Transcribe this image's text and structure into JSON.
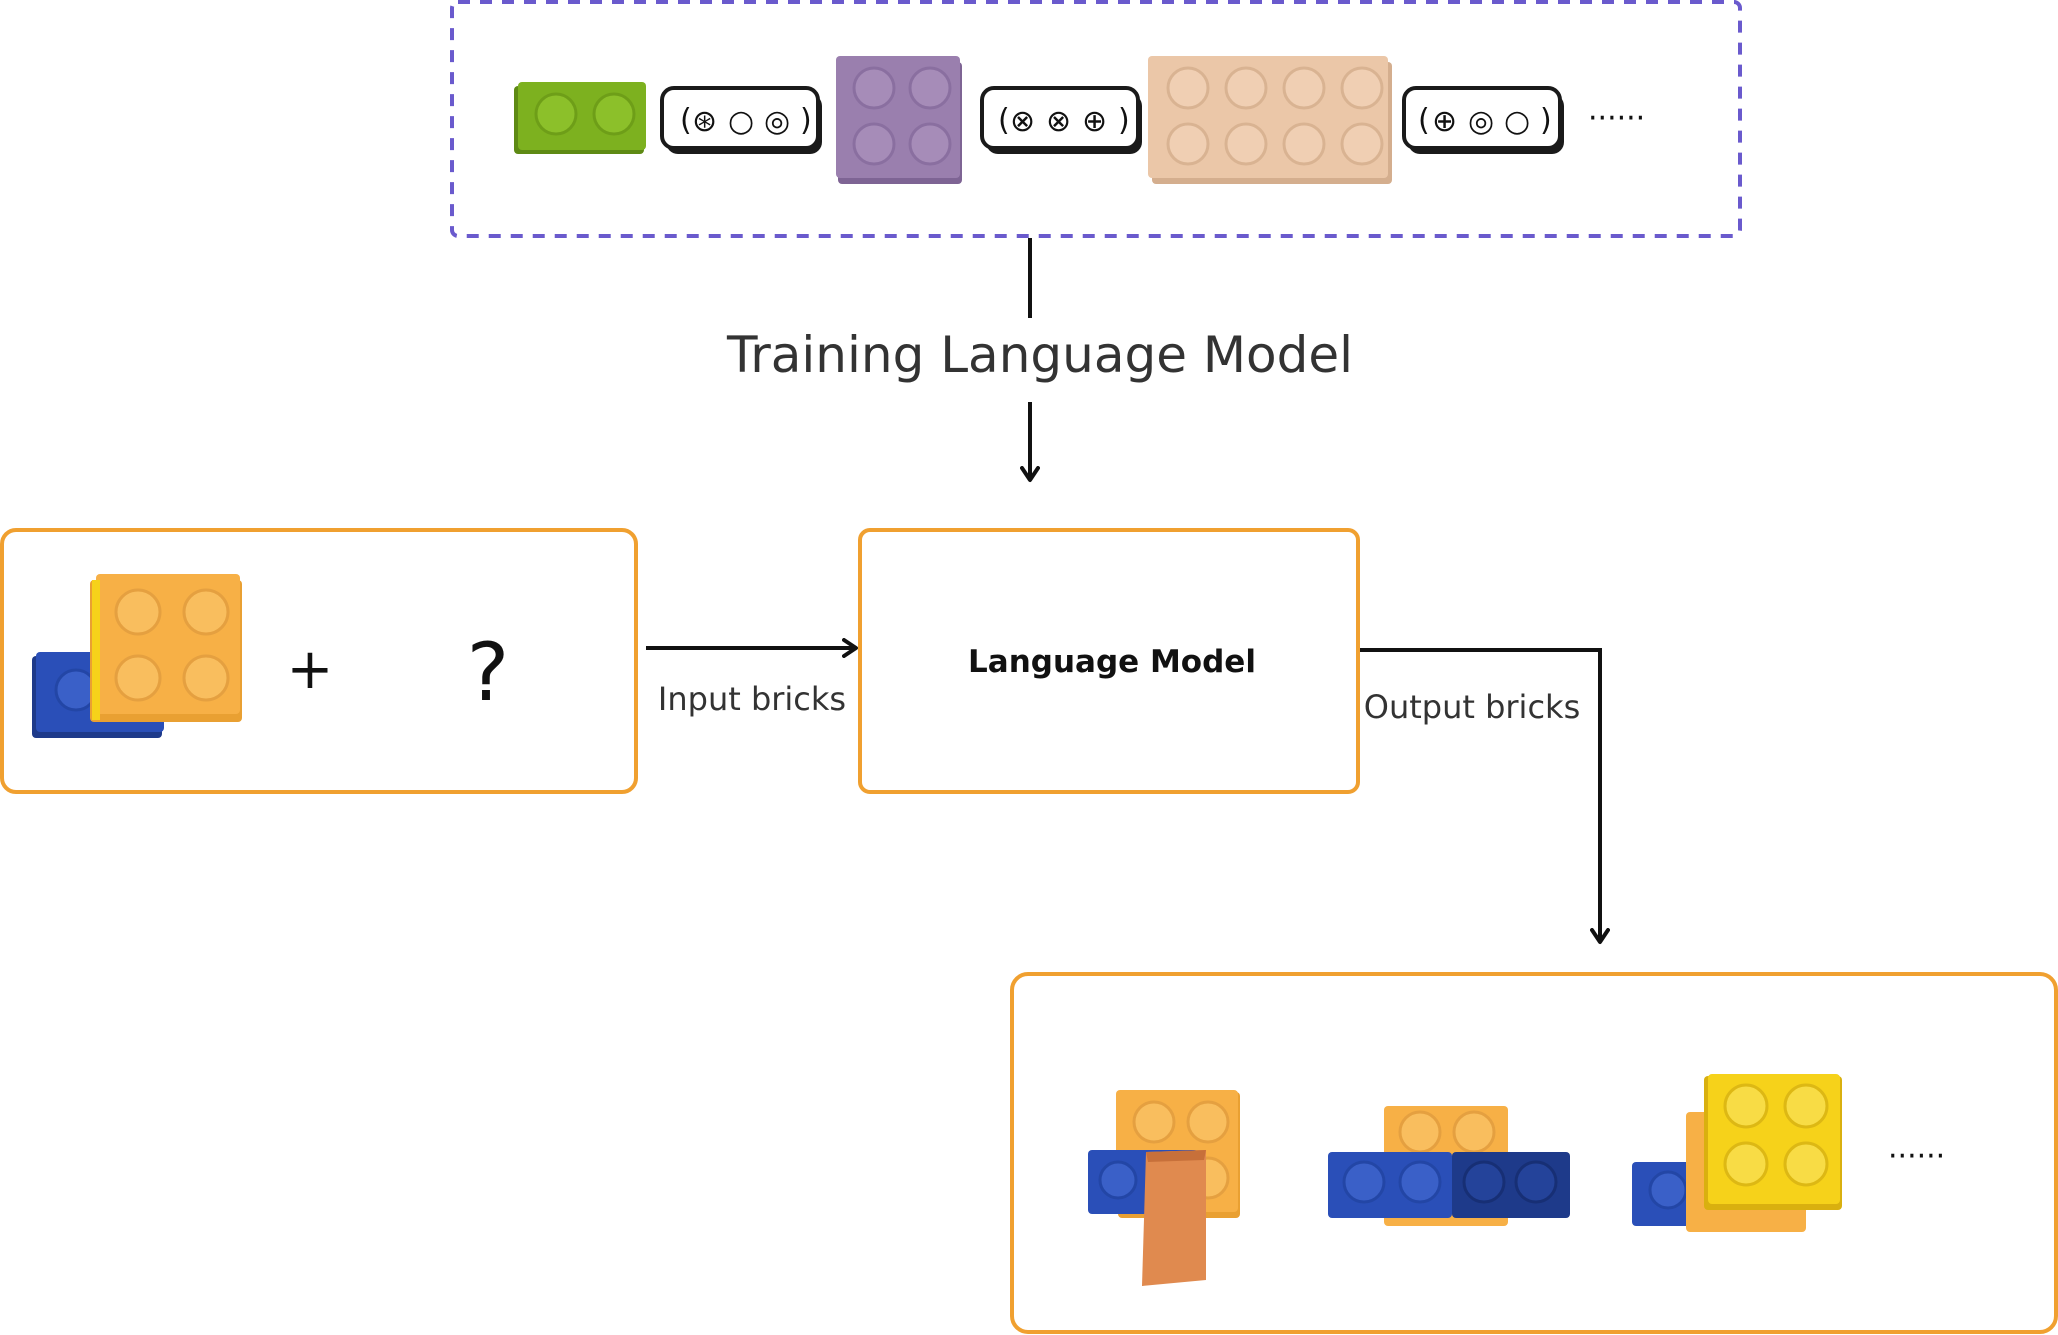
{
  "title": "Training Language Model",
  "center_box": {
    "label": "Language Model"
  },
  "edges": {
    "input_label": "Input bricks",
    "output_label": "Output bricks"
  },
  "input_panel": {
    "plus": "+",
    "question": "?"
  },
  "top_sequence": {
    "tokens": [
      {
        "glyphs": [
          "⊛",
          "○",
          "◎"
        ]
      },
      {
        "glyphs": [
          "⊗",
          "⊗",
          "⊕"
        ]
      },
      {
        "glyphs": [
          "⊕",
          "◎",
          "○"
        ]
      }
    ],
    "ellipsis": "······"
  },
  "output_panel": {
    "ellipsis": "······"
  },
  "colors": {
    "accent_border": "#F0A030",
    "dashed_border": "#6A5ACD",
    "green_brick": "#7DB11F",
    "purple_brick": "#9A7FAE",
    "peach_brick": "#EBC7A8",
    "orange_brick": "#F7B046",
    "blue_brick": "#2A4FB8",
    "navy_brick": "#1E3A8A",
    "yellow_brick": "#F6D21A",
    "tan_brick": "#E08A4F"
  }
}
